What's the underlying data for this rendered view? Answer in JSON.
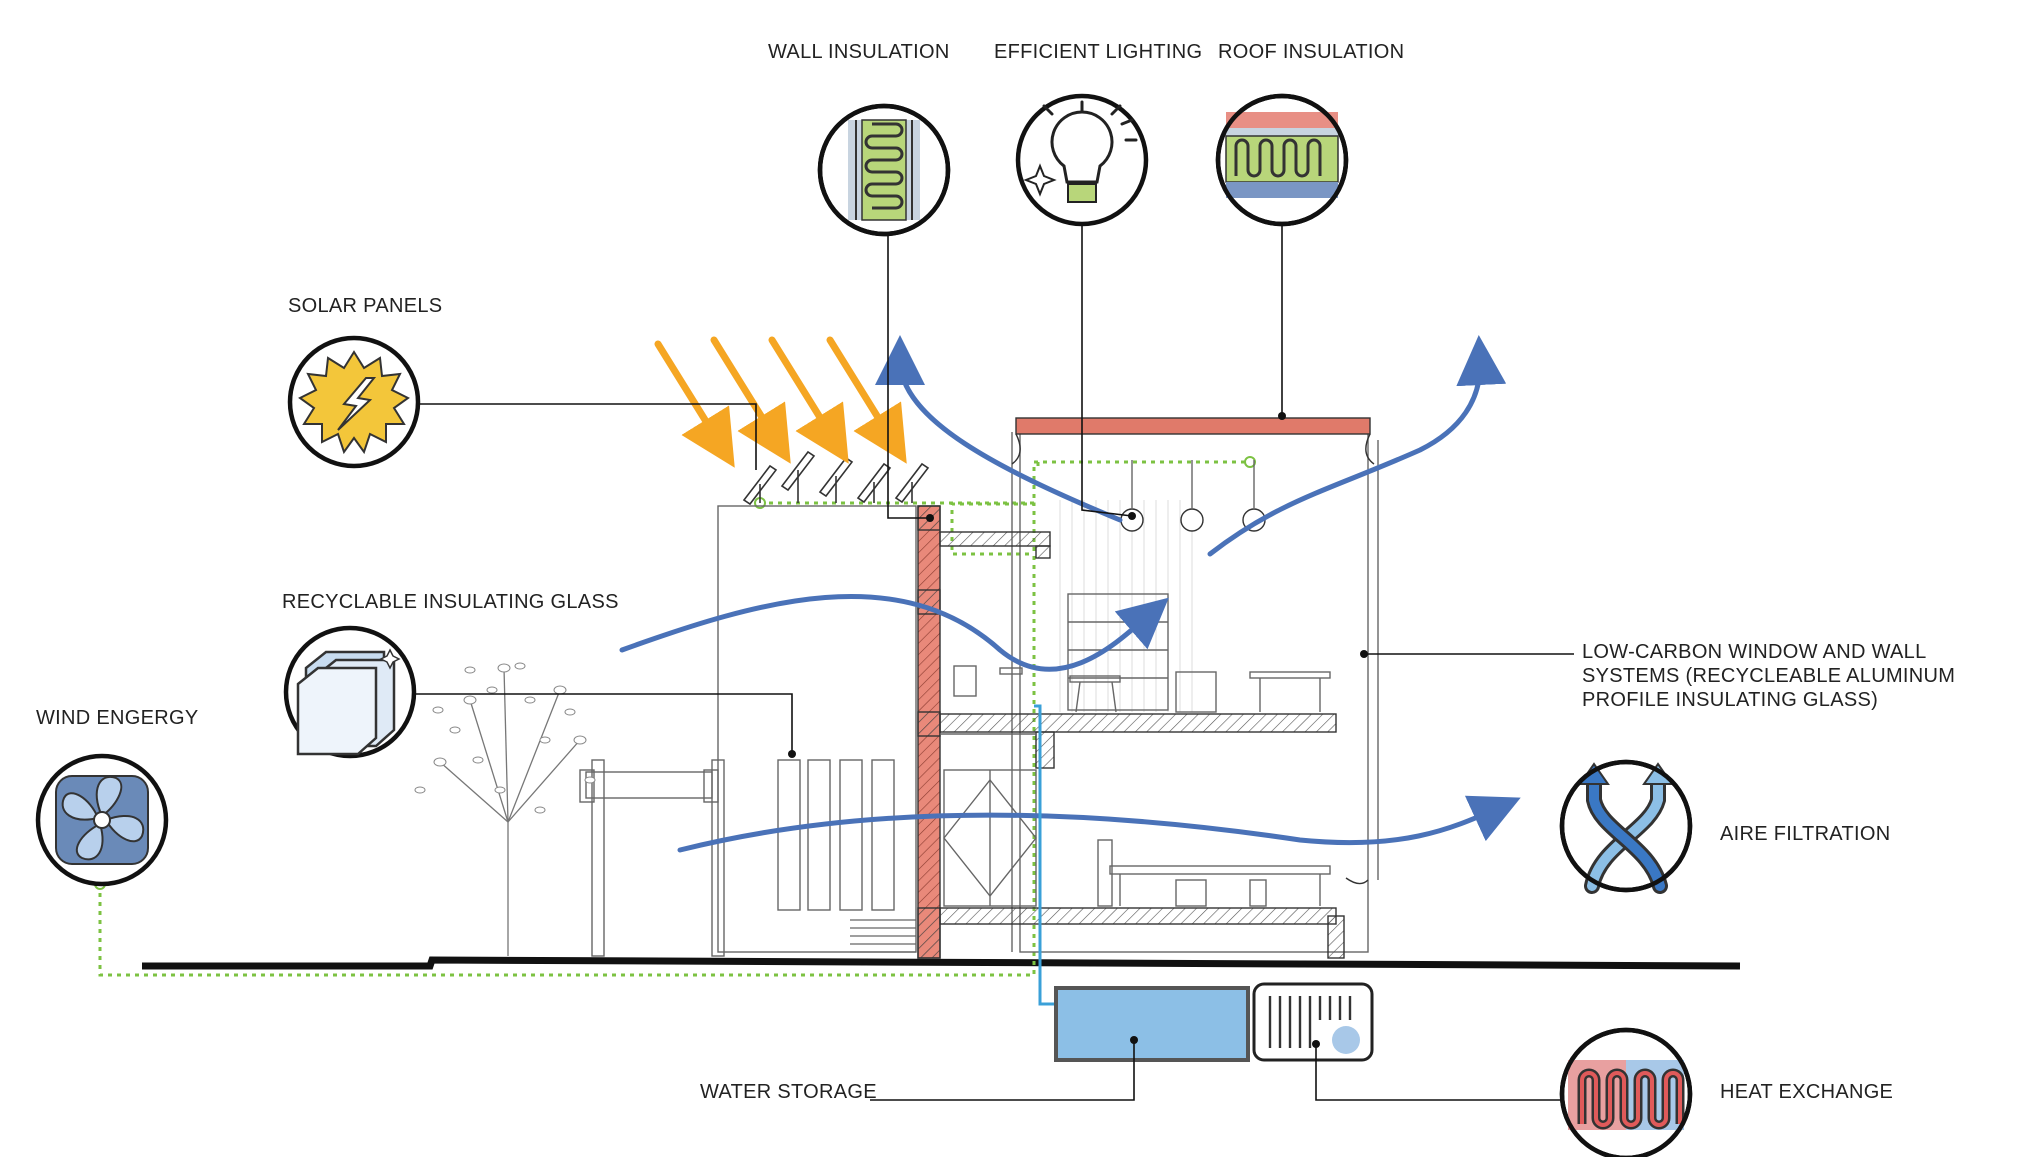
{
  "labels": {
    "wall_insulation": "WALL INSULATION",
    "efficient_lighting": "EFFICIENT LIGHTING",
    "roof_insulation": "ROOF INSULATION",
    "solar_panels": "SOLAR PANELS",
    "recyclable_glass": "RECYCLABLE INSULATING GLASS",
    "wind_energy": "WIND ENGERGY",
    "low_carbon_line1": "LOW-CARBON WINDOW AND WALL",
    "low_carbon_line2": "SYSTEMS (RECYCLEABLE ALUMINUM",
    "low_carbon_line3": "PROFILE INSULATING GLASS)",
    "air_filtration": "AIRE FILTRATION",
    "water_storage": "WATER STORAGE",
    "heat_exchange": "HEAT EXCHANGE"
  },
  "icons": [
    "wall-insulation-icon",
    "lightbulb-icon",
    "roof-insulation-icon",
    "sun-icon",
    "glass-panes-icon",
    "fan-icon",
    "crossing-arrows-icon",
    "heat-coil-icon"
  ],
  "colors": {
    "air_flow": "#4a72b8",
    "sun_rays": "#f5a623",
    "solar_badge": "#f3c63a",
    "insulation": "#b8d67a",
    "brick": "#e07a6a",
    "energy_line": "#7cc242",
    "water_pipe": "#3aa0d8",
    "water_tank": "#8cbfe6",
    "icon_blue": "#a8c8e8"
  }
}
